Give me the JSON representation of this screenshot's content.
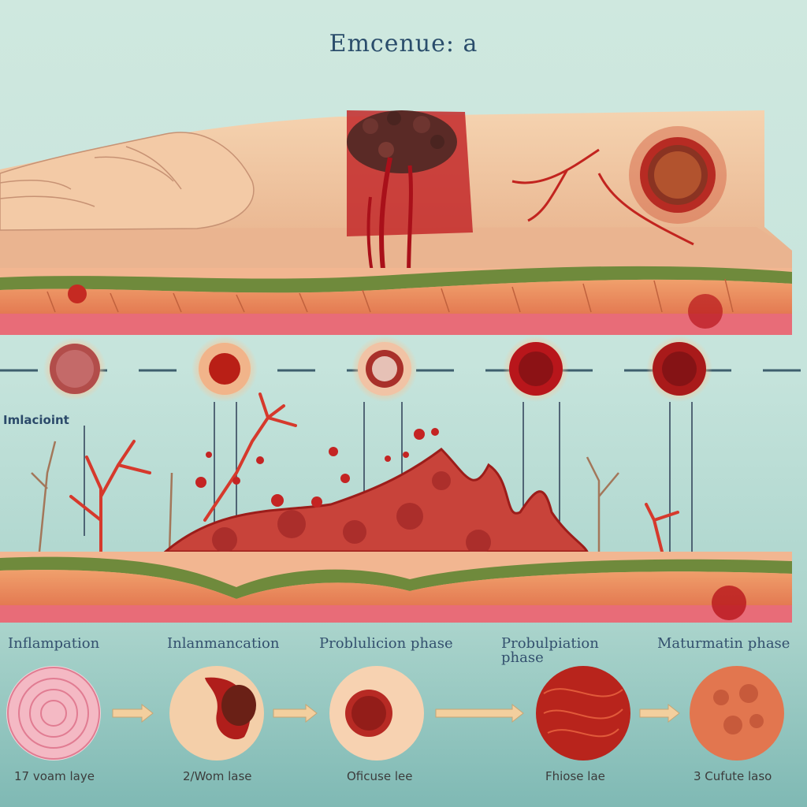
{
  "title": "Emcenue: a",
  "side_label": "Imlacioint",
  "colors": {
    "skin": "#f2c9a2",
    "blood": "#b8161b",
    "tissue": "#e98a5e",
    "epidermis_band": "#6f8a3c",
    "ink": "#2a4d6b"
  },
  "phases": [
    {
      "label": "Inflampation",
      "caption": "17 voam laye"
    },
    {
      "label": "Inlanmancation",
      "caption": "2/Wom lase"
    },
    {
      "label": "Problulicion phase",
      "caption": "Oficuse lee"
    },
    {
      "label": "Probulpiation phase",
      "caption": "Fhiose lae"
    },
    {
      "label": "Maturmatin phase",
      "caption": "3 Cufute laso"
    }
  ]
}
